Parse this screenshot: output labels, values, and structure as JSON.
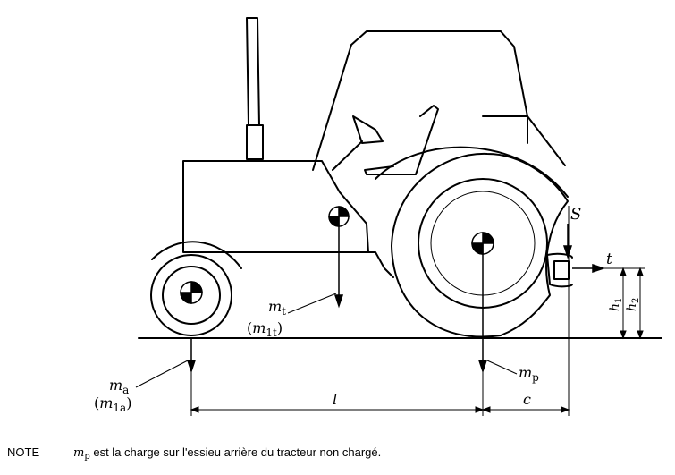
{
  "labels": {
    "mt": {
      "sym": "m",
      "sub": "t"
    },
    "m1t": {
      "open": "(",
      "sym": "m",
      "sub": "1t",
      "close": ")"
    },
    "ma": {
      "sym": "m",
      "sub": "a"
    },
    "m1a": {
      "open": "(",
      "sym": "m",
      "sub": "1a",
      "close": ")"
    },
    "mp": {
      "sym": "m",
      "sub": "p"
    },
    "S": "S",
    "t": "t",
    "l": "l",
    "c": "c",
    "h1": {
      "sym": "h",
      "sub": "1"
    },
    "h2": {
      "sym": "h",
      "sub": "2"
    }
  },
  "note": {
    "prefix": "NOTE",
    "sym": "m",
    "sub": "p",
    "text": " est la charge sur l'essieu arrière du tracteur non chargé."
  }
}
